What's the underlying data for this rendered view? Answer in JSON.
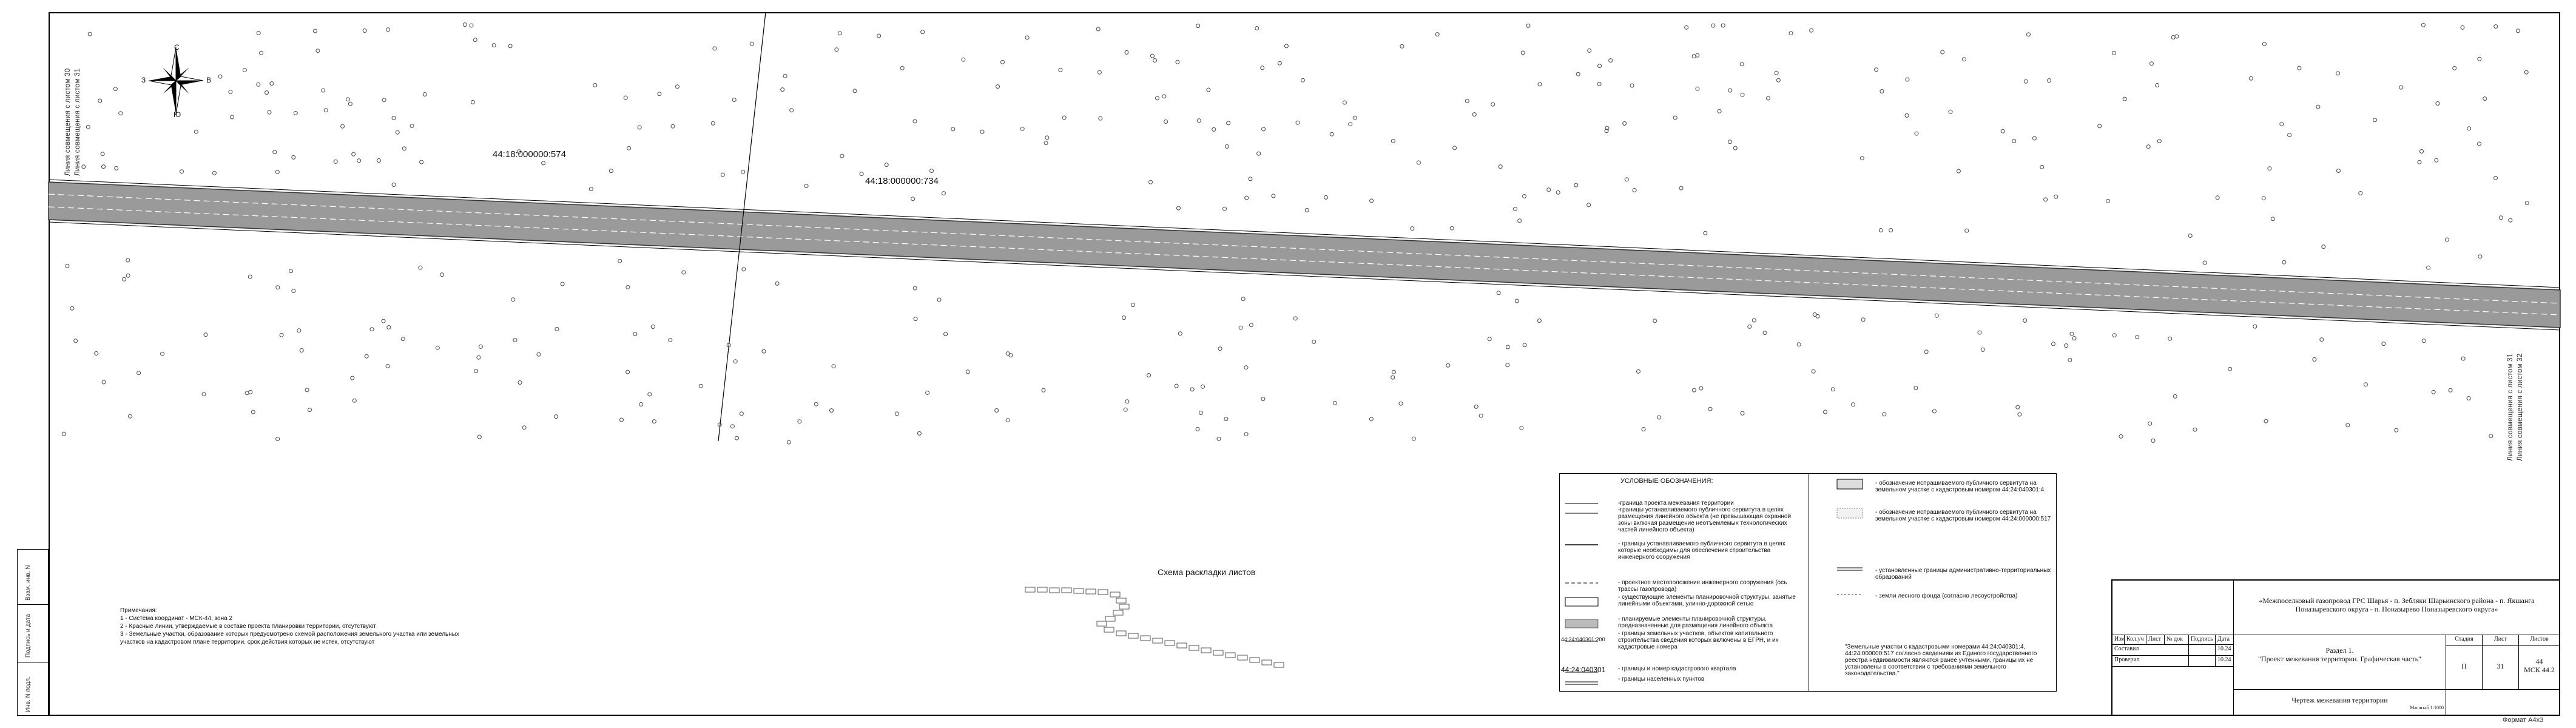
{
  "map": {
    "compass": {
      "n": "С",
      "s": "Ю",
      "w": "З",
      "e": "В"
    },
    "cad_labels": [
      "44:18:000000:574",
      "44:18:000000:734"
    ],
    "vertical_labels_left": [
      "Линия совмещения с листом 30",
      "Линия совмещения с листом 31"
    ],
    "vertical_labels_right": [
      "Линия совмещения с листом 31",
      "Линия совмещения с листом 32"
    ]
  },
  "notes": {
    "title": "Примечания:",
    "items": [
      "1 - Система координат - МСК-44, зона 2",
      "2 - Красные линии, утверждаемые в составе проекта планировки территории, отсутствуют",
      "3 - Земельные участки, образование которых предусмотрено схемой расположения земельного участка или земельных участков на кадастровом плане территории, срок действия которых не истек, отсутствуют"
    ]
  },
  "layout_title": "Схема раскладки листов",
  "legend": {
    "title": "УСЛОВНЫЕ ОБОЗНАЧЕНИЯ:",
    "left_items": [
      "-граница проекта межевания территории",
      "-границы устанавливаемого публичного сервитута в целях размещения линейного объекта (не превышающая охранной зоны включая размещение неотъемлемых технологических частей линейного объекта)",
      "- границы устанавливаемого публичного сервитута в целях которые необходимы для обеспечения строительства инженерного сооружения",
      "- проектное местоположение инженерного сооружения (ось трассы газопровода)",
      "- существующие элементы планировочной структуры, занятые линейными объектами, улично-дорожной сетью",
      "- планируемые элементы планировочной структуры, предназначенные для размещения линейного объекта",
      "- границы земельных участков, объектов капитального строительства сведения которых включены в ЕГРН, и их кадастровые номера",
      "- границы и номер кадастрового квартала",
      "- границы населенных пунктов"
    ],
    "left_codes": [
      "44:24:040301:200",
      "44:24:040301"
    ],
    "right_items": [
      "- обозначение испрашиваемого публичного сервитута на земельном участке с кадастровым номером 44:24:040301:4",
      "- обозначение испрашиваемого публичного сервитута на земельном участке с кадастровым номером 44:24:000000:517",
      "- установленные границы административно-территориальных образований",
      "- земли лесного фонда (согласно лесоустройства)"
    ],
    "footnote": "\"Земельные участки с кадастровыми номерами 44:24:040301:4, 44:24:000000:517 согласно сведениям из Единого государственного реестра недвижимости являются ранее учтенными, границы их не установлены в соответствии с требованиями земельного законодательства.\""
  },
  "stamp": {
    "project": "«Межпоселковый газопровод ГРС Шарья - п. Зебляки Шарьинского района - п. Якшанга Поназыревского округа - п. Поназырево Поназыревского округа»",
    "headers": [
      "Изм.",
      "Кол.уч",
      "Лист",
      "№ док",
      "Подпись",
      "Дата"
    ],
    "rows": [
      {
        "role": "Составил",
        "date": "10.24"
      },
      {
        "role": "Проверил",
        "date": "10.24"
      }
    ],
    "section": "Раздел 1.",
    "section_title": "\"Проект межевания территории. Графическая часть\"",
    "stage_header": "Стадия",
    "sheet_header": "Лист",
    "sheets_header": "Листов",
    "stage": "П",
    "sheet": "31",
    "sheets": "44",
    "crs": "МСК 44.2",
    "drawing_title": "Чертеж межевания территории",
    "scale": "Масштаб 1:1000"
  },
  "side_table": [
    "Взам. инв. N",
    "Подпись и дата",
    "Инв. N подл."
  ],
  "format": "Формат А4х3",
  "colors": {
    "road_fill": "#9a9a9a",
    "road_edge": "#333333",
    "line": "#000000"
  }
}
